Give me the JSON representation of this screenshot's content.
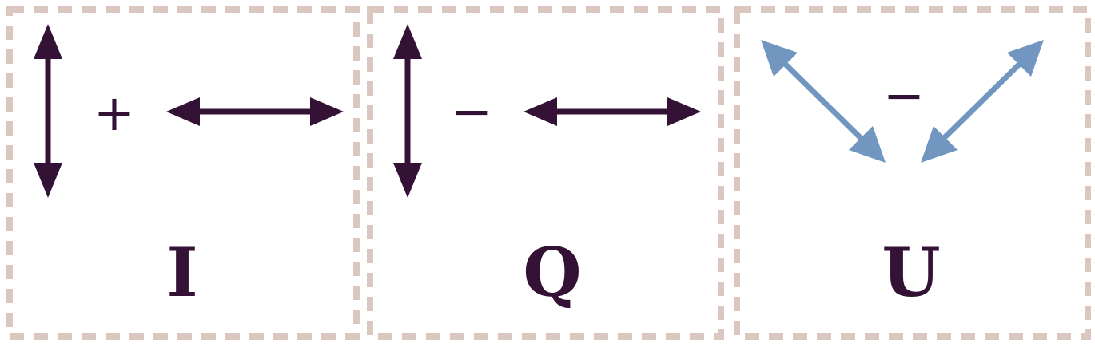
{
  "colors": {
    "frame_dash": "#d9c7c0",
    "arrow_dark": "#341236",
    "arrow_blue": "#7197c0",
    "text": "#341236"
  },
  "panels": [
    {
      "label": "I",
      "operator": "+",
      "arrow_style": "vertical-horizontal"
    },
    {
      "label": "Q",
      "operator": "−",
      "arrow_style": "vertical-horizontal"
    },
    {
      "label": "U",
      "operator": "−",
      "arrow_style": "diagonal"
    }
  ]
}
